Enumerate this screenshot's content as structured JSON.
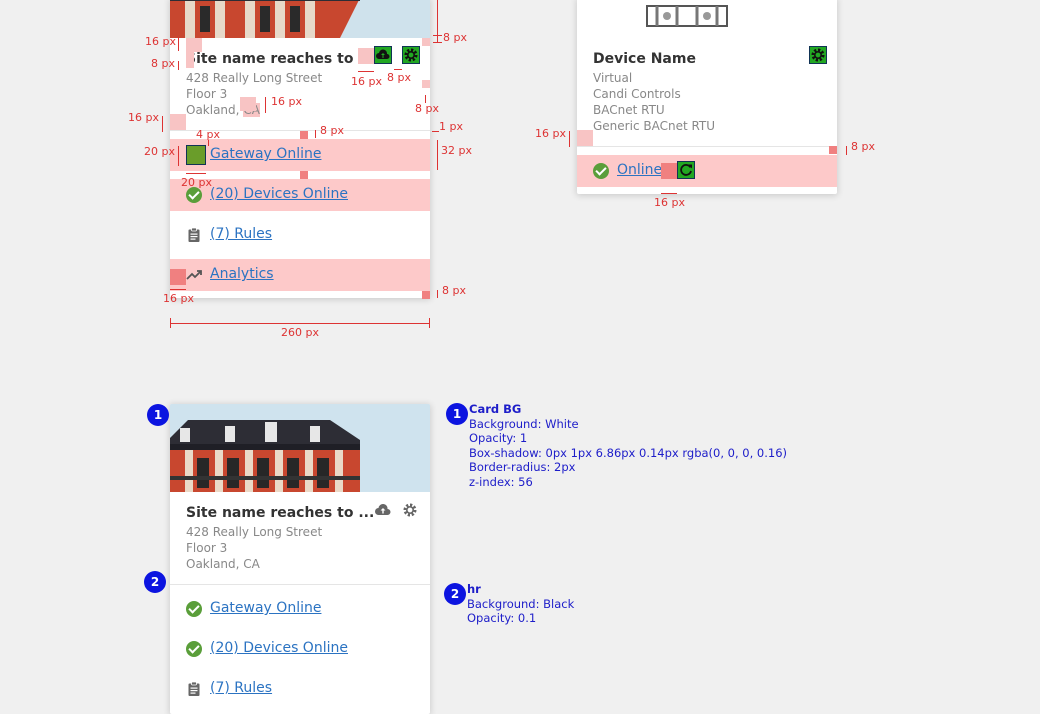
{
  "colors": {
    "link": "#2b73c2",
    "red_measure": "#d33",
    "badge_blue": "#0c14e0",
    "note_blue": "#1d1dc9",
    "highlight": "#fdc9c9",
    "green": "#22a722"
  },
  "icons": [
    "cloud-upload-icon",
    "gear-icon",
    "check-circle-icon",
    "clipboard-icon",
    "trending-up-icon",
    "refresh-icon"
  ],
  "site_card": {
    "title": "Site name reaches to ...",
    "address": [
      "428 Really Long Street",
      "Floor 3",
      "Oakland, CA"
    ],
    "address_city": "Oakland,",
    "address_state": "CA",
    "rows": [
      {
        "label": "Gateway Online"
      },
      {
        "label": "(20) Devices Online"
      },
      {
        "label": "(7) Rules"
      },
      {
        "label": "Analytics"
      }
    ]
  },
  "device_card": {
    "title": "Device Name",
    "details": [
      "Virtual",
      "Candi Controls",
      "BACnet RTU",
      "Generic BACnet RTU"
    ],
    "status_label": "Online"
  },
  "measurements": {
    "m16_top": "16 px",
    "m8_left": "8 px",
    "m8_topright": "8 px",
    "m16_icon": "16 px",
    "m8_icon": "8 px",
    "m8_right": "8 px",
    "m16_addr": "16 px",
    "m16_left": "16 px",
    "m4": "4 px",
    "m8_hr": "8 px",
    "m1": "1 px",
    "m20_left": "20 px",
    "m32": "32 px",
    "m20_bottom": "20 px",
    "m16_analytics": "16 px",
    "m8_bottom": "8 px",
    "width": "260 px",
    "d16_left": "16 px",
    "d8_right": "8 px",
    "d16_bottom": "16 px"
  },
  "annotations": [
    {
      "number": "1",
      "title": "Card BG",
      "lines": [
        "Background: White",
        "Opacity: 1",
        "Box-shadow: 0px 1px 6.86px 0.14px rgba(0, 0, 0, 0.16)",
        "Border-radius: 2px",
        "z-index: 56"
      ]
    },
    {
      "number": "2",
      "title": "hr",
      "lines": [
        "Background: Black",
        "Opacity: 0.1"
      ]
    }
  ]
}
